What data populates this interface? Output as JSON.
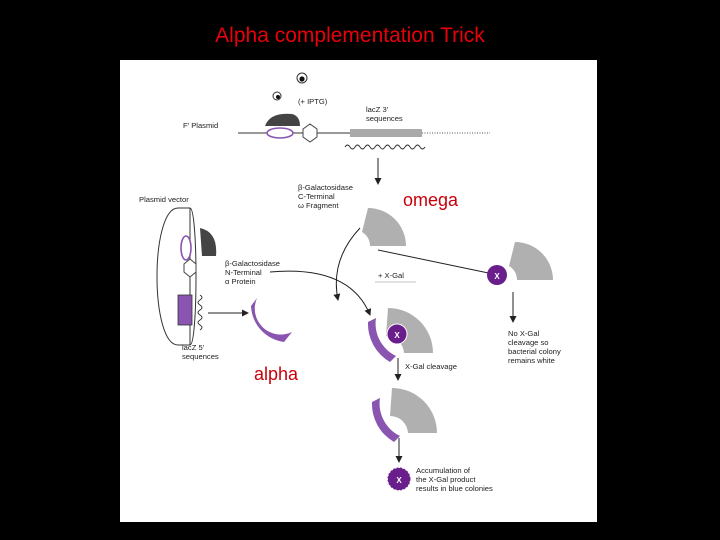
{
  "slide": {
    "title": "Alpha complementation Trick",
    "overlay_omega": "omega",
    "overlay_alpha": "alpha"
  },
  "diagram": {
    "f_plasmid": "F' Plasmid",
    "iptg": "(+ IPTG)",
    "lacz3_line1": "lacZ 3'",
    "lacz3_line2": "sequences",
    "cterm_line1": "β-Galactosidase",
    "cterm_line2": "C-Terminal",
    "cterm_line3": "ω Fragment",
    "plasmid_vector": "Plasmid vector",
    "nterm_line1": "β-Galactosidase",
    "nterm_line2": "N-Terminal",
    "nterm_line3": "α Protein",
    "lacz5_line1": "lacZ 5'",
    "lacz5_line2": "sequences",
    "plus_xgal": "+ X-Gal",
    "xgal_cleavage": "X-Gal cleavage",
    "no_cleavage_line1": "No X-Gal",
    "no_cleavage_line2": "cleavage so",
    "no_cleavage_line3": "bacterial colony",
    "no_cleavage_line4": "remains white",
    "accum_line1": "Accumulation of",
    "accum_line2": "the X-Gal product",
    "accum_line3": "results in blue colonies",
    "x_mark": "X"
  },
  "colors": {
    "title": "#e8000a",
    "overlay": "#c8000a",
    "alpha_purple": "#8a55b0",
    "xgal_purple": "#6a1e8c",
    "omega_gray": "#b0b0b0"
  }
}
